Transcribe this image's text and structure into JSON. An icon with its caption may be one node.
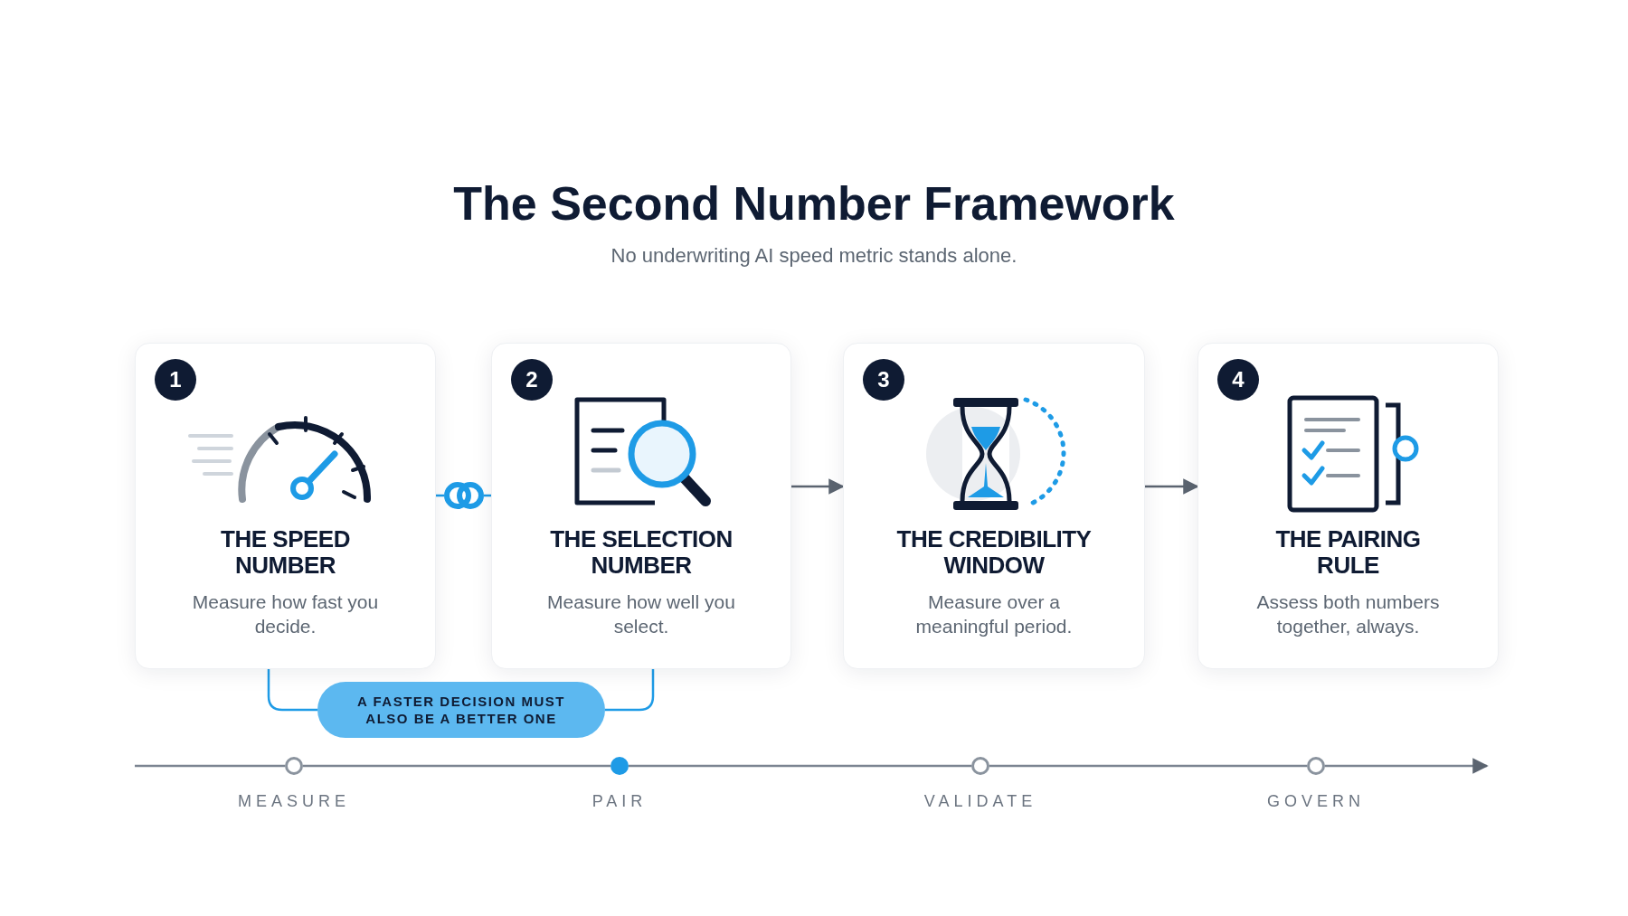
{
  "diagram": {
    "title": "The Second Number Framework",
    "caption": "No underwriting AI speed metric stands alone.",
    "nodes": [
      {
        "text": [
          "1",
          "THE SPEED NUMBER",
          "Measure how fast you decide."
        ]
      },
      {
        "text": [
          "2",
          "THE SELECTION NUMBER",
          "Measure how well you select."
        ]
      },
      {
        "text": [
          "3",
          "THE CREDIBILITY WINDOW",
          "Measure over a meaningful period."
        ]
      },
      {
        "text": [
          "4",
          "THE PAIRING RULE",
          "Assess both numbers together, always."
        ]
      },
      {
        "text": [],
        "shape": "link"
      },
      {
        "text": [
          "A FASTER DECISION MUST ALSO BE A BETTER ONE"
        ]
      },
      {
        "text": [],
        "shape": "circle",
        "beside": [
          "MEASURE"
        ]
      },
      {
        "text": [],
        "shape": "circle",
        "beside": [
          "PAIR"
        ]
      },
      {
        "text": [],
        "shape": "circle",
        "beside": [
          "VALIDATE"
        ]
      },
      {
        "text": [],
        "shape": "circle",
        "beside": [
          "GOVERN"
        ]
      }
    ],
    "edges": [
      {
        "from": 0,
        "to": 4,
        "arrow": "none",
        "color": "#1e9be6"
      },
      {
        "from": 4,
        "to": 1,
        "arrow": "none",
        "color": "#1e9be6"
      },
      {
        "from": 1,
        "to": 2,
        "arrow": "to"
      },
      {
        "from": 2,
        "to": 3,
        "arrow": "to"
      },
      {
        "from": 5,
        "to": 0,
        "arrow": "none",
        "color": "#1e9be6"
      },
      {
        "from": 5,
        "to": 1,
        "arrow": "none",
        "color": "#1e9be6"
      },
      {
        "from": null,
        "to": 6,
        "arrow": "none"
      },
      {
        "from": 6,
        "to": 7,
        "arrow": "none"
      },
      {
        "from": 7,
        "to": 8,
        "arrow": "none"
      },
      {
        "from": 8,
        "to": 9,
        "arrow": "none"
      },
      {
        "from": 9,
        "to": null,
        "arrow": "to"
      }
    ]
  }
}
